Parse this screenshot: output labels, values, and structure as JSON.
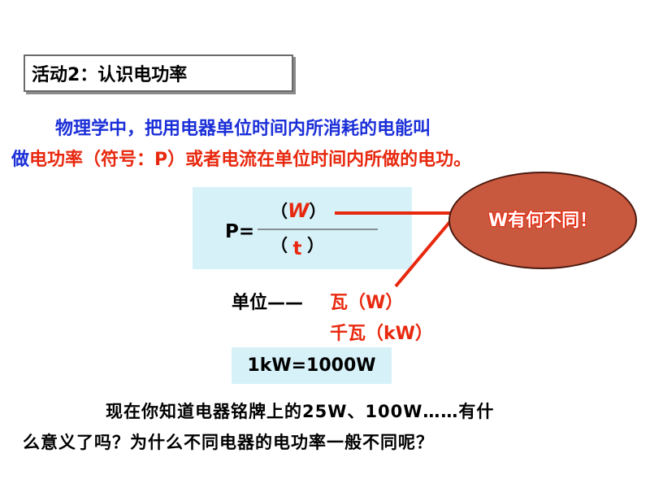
{
  "title": "活动2：认识电功率",
  "definition": {
    "line1": "物理学中，把用电器单位时间内所消耗的电能叫",
    "line2_prefix": "做",
    "line2_rest": "电功率（符号：P）或者电流在单位时间内所做的电功。"
  },
  "formula": {
    "lhs": "P=",
    "num_open": "（",
    "num_var": "W",
    "num_close": "）",
    "den_open": "（",
    "den_var": "t",
    "den_close": "）"
  },
  "callout": "W有何不同！",
  "units": {
    "label": "单位——",
    "unit1": "瓦（W）",
    "unit2": "千瓦（kW）"
  },
  "conversion": "1kW=1000W",
  "question": {
    "line1": "现在你知道电器铭牌上的25W、100W……有什",
    "line2": "么意义了吗？为什么不同电器的电功率一般不同呢？"
  },
  "colors": {
    "blue_text": "#1b2fd8",
    "red_text": "#e8280e",
    "box_fill": "#d6f1f8",
    "callout_fill": "#c8583e",
    "connector": "#e8280e"
  }
}
